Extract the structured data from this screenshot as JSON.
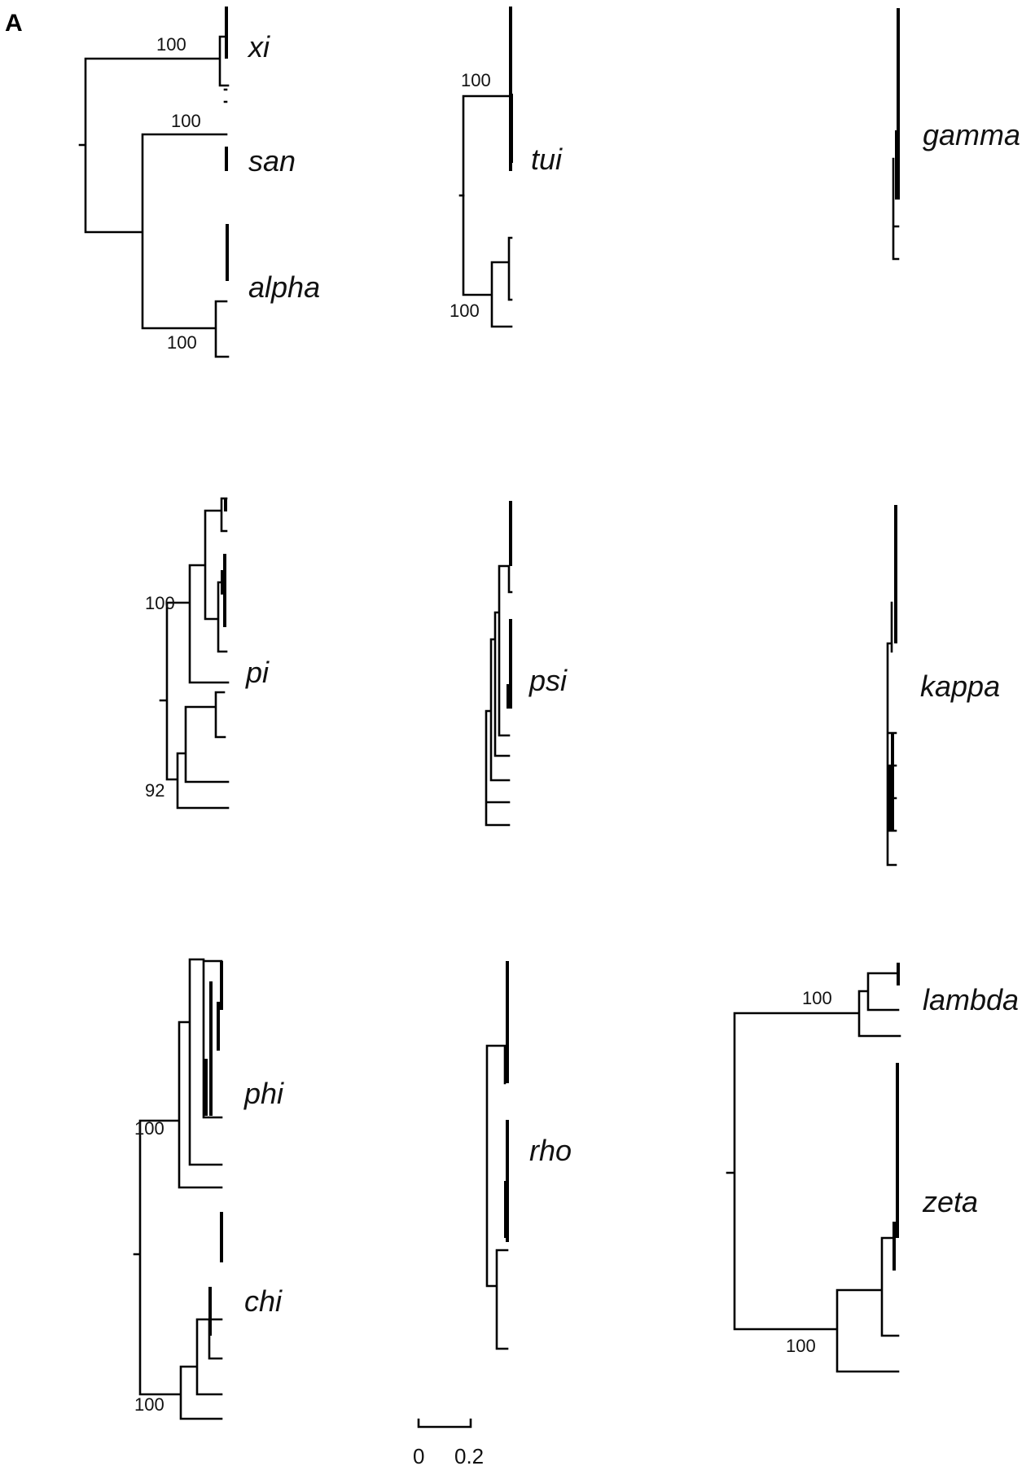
{
  "figure": {
    "panel_letter": "A",
    "scale_bar": {
      "label_start": "0",
      "label_end": "0.2"
    }
  },
  "clades": {
    "xi": "xi",
    "san": "san",
    "alpha": "alpha",
    "tui": "tui",
    "gamma": "gamma",
    "pi": "pi",
    "psi": "psi",
    "kappa": "kappa",
    "phi": "phi",
    "rho": "rho",
    "chi": "chi",
    "lambda": "lambda",
    "zeta": "zeta"
  },
  "bootstrap": {
    "xi": "100",
    "san": "100",
    "alpha": "100",
    "tui_top": "100",
    "tui_bottom": "100",
    "pi_top": "100",
    "pi_bottom": "92",
    "phi": "100",
    "chi": "100",
    "lambda": "100",
    "zeta": "100"
  }
}
